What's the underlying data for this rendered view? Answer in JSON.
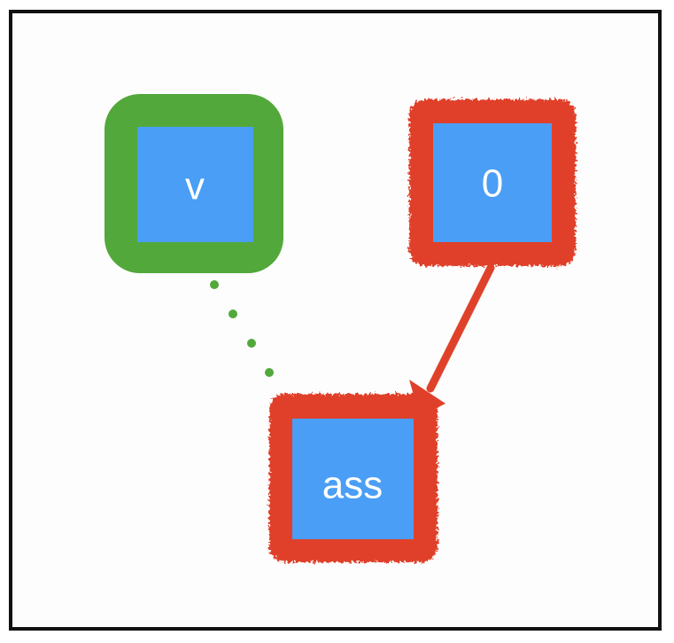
{
  "nodes": {
    "v": {
      "label": "v"
    },
    "zero": {
      "label": "0"
    },
    "ass": {
      "label": "ass"
    }
  },
  "colors": {
    "node_fill": "#4a9ef5",
    "green_border": "#52a83a",
    "red_border": "#e0412a",
    "frame": "#111111"
  }
}
